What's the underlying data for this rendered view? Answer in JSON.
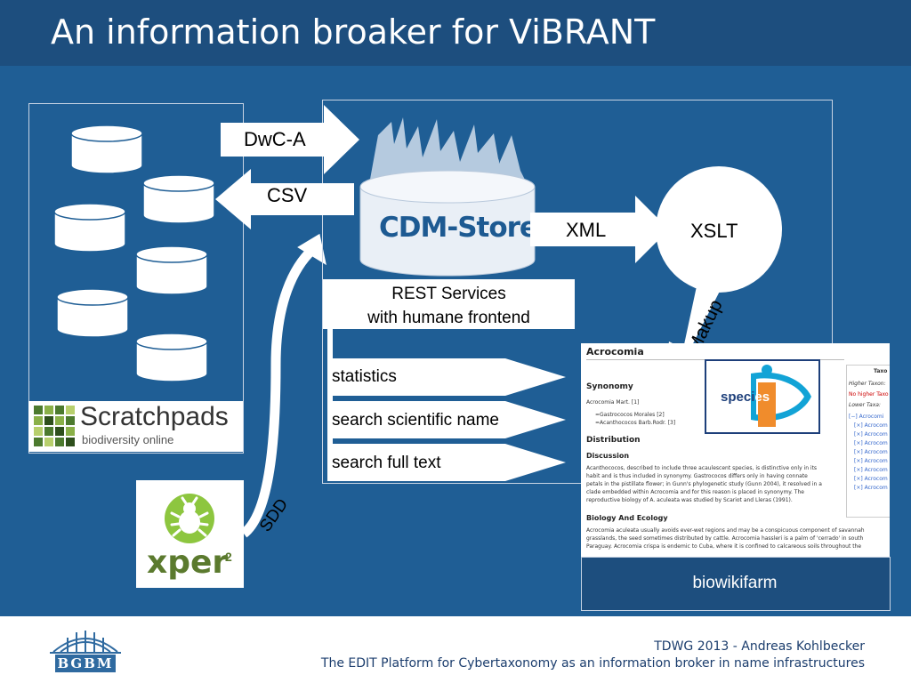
{
  "slide": {
    "title": "An information broaker for ViBRANT",
    "colors": {
      "title_bar": "#1d4e7e",
      "main_bg": "#1f5e95",
      "footer_text": "#1b3d6d",
      "cyan_accent": "#12a3d6",
      "orange_accent": "#f08c2c"
    }
  },
  "scratchpads": {
    "name": "Scratchpads",
    "tagline": "biodiversity online"
  },
  "xper": {
    "name": "xper",
    "superscript": "2"
  },
  "arrows": {
    "dwca": "DwC-A",
    "csv": "CSV",
    "xml": "XML",
    "sdd": "SDD",
    "wiki": "Wiki-Makup"
  },
  "cdm": {
    "label": "CDM-Store"
  },
  "xslt": {
    "label": "XSLT"
  },
  "rest": {
    "line1": "REST Services",
    "line2": "with humane frontend"
  },
  "services": [
    "statistics",
    "search scientific name",
    "search full text"
  ],
  "wiki_page": {
    "title": "Acrocomia",
    "synonymy_heading": "Synonomy",
    "synonymy_lines": [
      "Acrocomia Mart. [1]",
      "=Gastrococos Morales [2]",
      "=Acanthococos Barb.Rodr. [3]"
    ],
    "distribution_heading": "Distribution",
    "discussion_heading": "Discussion",
    "discussion_lines": [
      "Acanthococos, described to include three acaulescent species, is distinctive only in its",
      "habit and is thus included in synonymy. Gastrococos differs only in having connate",
      "petals in the pistillate flower; in Gunn's phylogenetic study (Gunn 2004), it resolved in a",
      "clade embedded within Acrocomia and for this reason is placed in synonymy. The",
      "reproductive biology of A. aculeata was studied by Scariot and Lleras (1991)."
    ],
    "biology_heading": "Biology And Ecology",
    "biology_lines": [
      "Acrocomia aculeata usually avoids ever-wet regions and may be a conspicuous component of savannah",
      "grasslands, the seed sometimes distributed by cattle. Acrocomia hassleri is a palm of 'cerrado' in south",
      "Paraguay. Acrocomia crispa is endemic to Cuba, where it is confined to calcareous soils throughout the"
    ],
    "taxo_title": "Taxo",
    "taxo_higher": "Higher Taxon:",
    "taxo_none": "No higher Taxo",
    "taxo_lower": "Lower Taxa:",
    "taxo_items": [
      "[−] Acrocomi",
      "[×] Acrocom",
      "[×] Acrocom",
      "[×] Acrocom",
      "[×] Acrocom",
      "[×] Acrocom",
      "[×] Acrocom",
      "[×] Acrocom",
      "[×] Acrocom"
    ]
  },
  "species": {
    "part1": "speci",
    "part2": "es"
  },
  "biowikifarm": {
    "label": "biowikifarm"
  },
  "footer": {
    "line1": "TDWG 2013 - Andreas Kohlbecker",
    "line2": "The EDIT Platform for Cybertaxonomy as an information broker in name infrastructures",
    "logo_text": "BGBM"
  }
}
